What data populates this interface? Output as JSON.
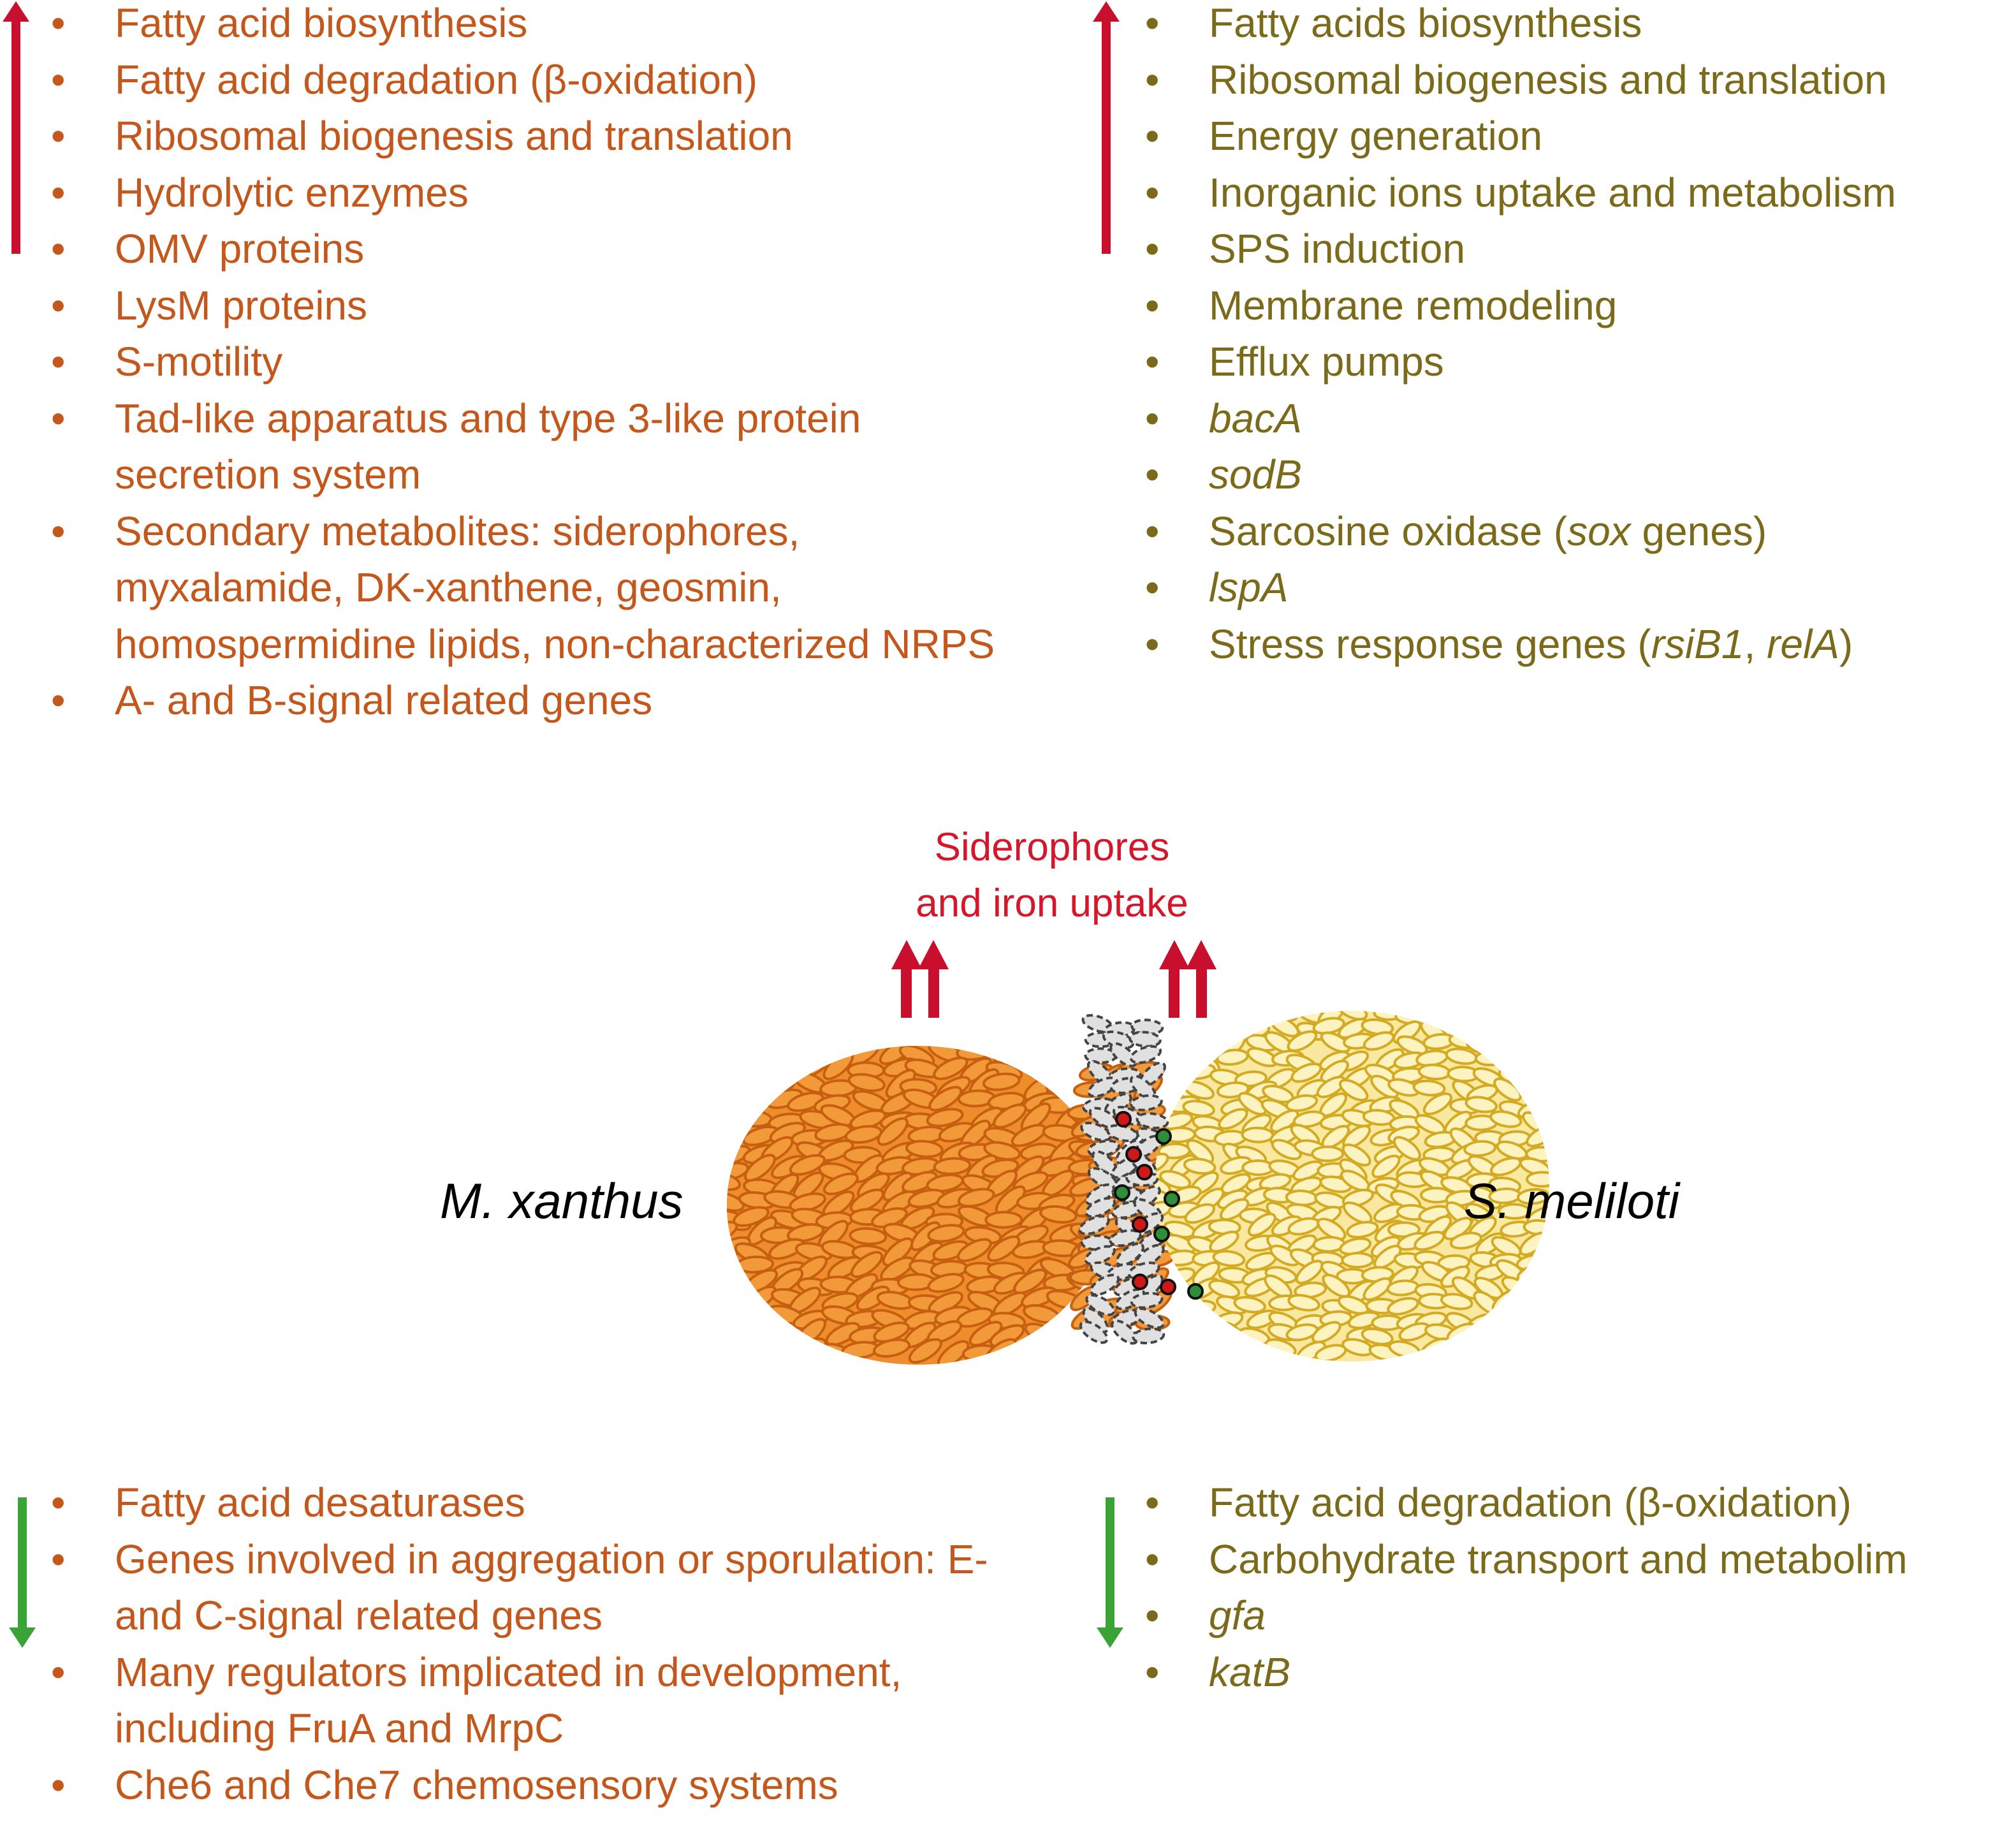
{
  "mx_up": [
    [
      {
        "t": "Fatty acid biosynthesis"
      }
    ],
    [
      {
        "t": "Fatty acid degradation (β-oxidation)"
      }
    ],
    [
      {
        "t": "Ribosomal biogenesis and translation"
      }
    ],
    [
      {
        "t": "Hydrolytic enzymes"
      }
    ],
    [
      {
        "t": "OMV proteins"
      }
    ],
    [
      {
        "t": "LysM proteins"
      }
    ],
    [
      {
        "t": "S-motility"
      }
    ],
    [
      {
        "t": "Tad-like apparatus and type 3-like protein secretion system"
      }
    ],
    [
      {
        "t": "Secondary metabolites: siderophores, myxalamide, DK-xanthene, geosmin, homospermidine lipids, non-characterized NRPS"
      }
    ],
    [
      {
        "t": "A- and B-signal related genes"
      }
    ]
  ],
  "sm_up": [
    [
      {
        "t": "Fatty acids biosynthesis"
      }
    ],
    [
      {
        "t": "Ribosomal biogenesis and translation"
      }
    ],
    [
      {
        "t": "Energy generation"
      }
    ],
    [
      {
        "t": "Inorganic ions uptake and metabolism"
      }
    ],
    [
      {
        "t": "SPS induction"
      }
    ],
    [
      {
        "t": "Membrane remodeling"
      }
    ],
    [
      {
        "t": "Efflux pumps"
      }
    ],
    [
      {
        "t": "bacA",
        "i": true
      }
    ],
    [
      {
        "t": "sodB",
        "i": true
      }
    ],
    [
      {
        "t": "Sarcosine oxidase ("
      },
      {
        "t": "sox",
        "i": true
      },
      {
        "t": " genes)"
      }
    ],
    [
      {
        "t": "lspA",
        "i": true
      }
    ],
    [
      {
        "t": "Stress response genes ("
      },
      {
        "t": "rsiB1",
        "i": true
      },
      {
        "t": ", "
      },
      {
        "t": "relA",
        "i": true
      },
      {
        "t": ")"
      }
    ]
  ],
  "mx_down": [
    [
      {
        "t": "Fatty acid desaturases"
      }
    ],
    [
      {
        "t": "Genes involved in aggregation or sporulation: E- and C-signal related genes"
      }
    ],
    [
      {
        "t": "Many regulators implicated in development, including FruA and MrpC"
      }
    ],
    [
      {
        "t": "Che6 and Che7 chemosensory systems"
      }
    ]
  ],
  "sm_down": [
    [
      {
        "t": "Fatty acid degradation (β-oxidation)"
      }
    ],
    [
      {
        "t": "Carbohydrate transport and metabolim"
      }
    ],
    [
      {
        "t": "gfa",
        "i": true
      }
    ],
    [
      {
        "t": "katB",
        "i": true
      }
    ]
  ],
  "siderophores_line1": "Siderophores",
  "siderophores_line2": "and iron uptake",
  "mx_label": "M. xanthus",
  "sm_label": "S. meliloti",
  "bullet": "•",
  "colors": {
    "mx_text": "#c4571c",
    "sm_text": "#7a6a1a",
    "up_arrow": "#c8102e",
    "down_arrow": "#3aa335",
    "siderophore_text": "#d4172a",
    "mx_cell_fill": "#f29a3a",
    "mx_cell_stroke": "#c65f0f",
    "sm_cell_fill": "#fdf3c0",
    "sm_cell_stroke": "#d3aa22",
    "interface_cell": "#e0e0e0"
  }
}
